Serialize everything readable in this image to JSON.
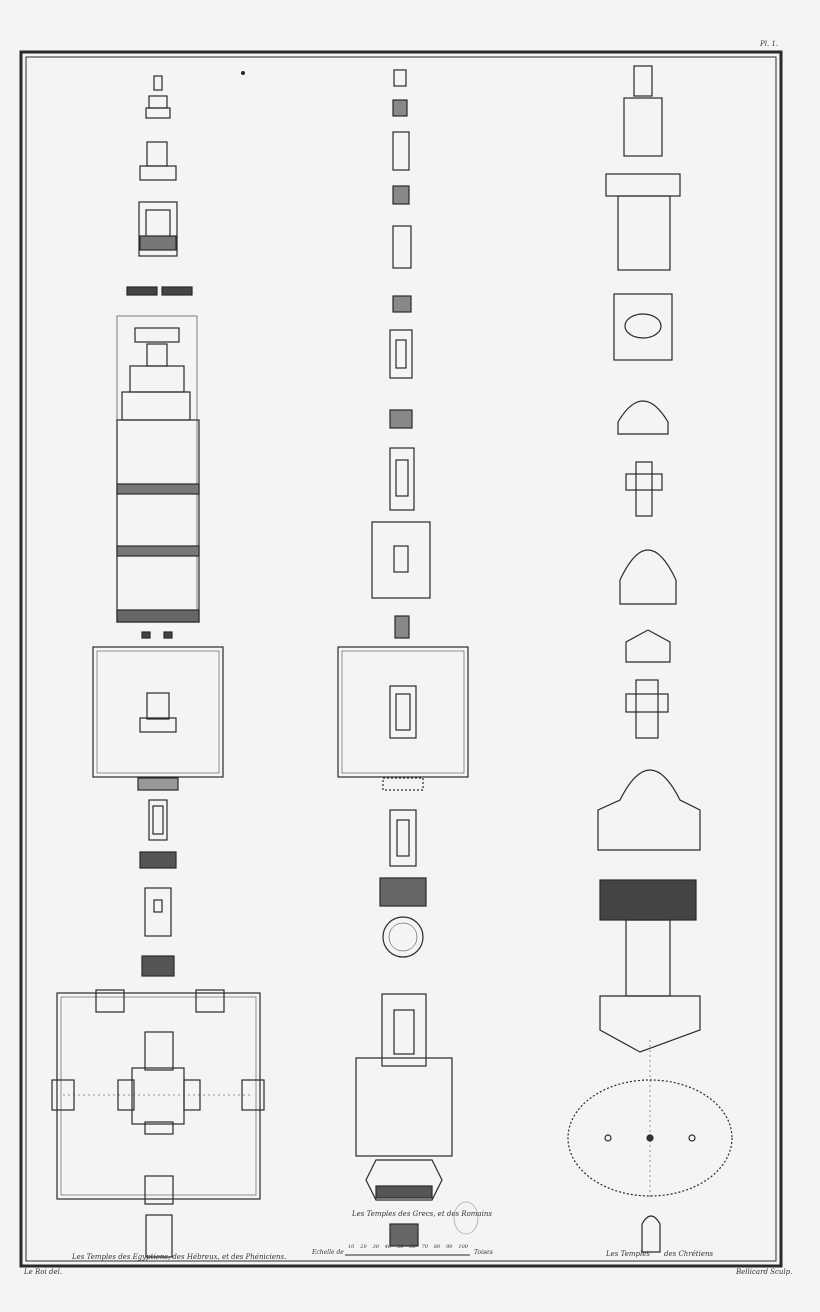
{
  "plate_number": "Pl. 1.",
  "captions": {
    "egyptian": "Les Temples des Egyptiens, des Hébreux, et des Phéniciens.",
    "greek_roman": "Les Temples des Grecs, et des Romains",
    "christian_left": "Les Temples",
    "christian_right": "des Chrétiens"
  },
  "scale": {
    "label": "Echelle de",
    "ticks": [
      "10",
      "20",
      "30",
      "40",
      "50",
      "60",
      "70",
      "80",
      "90",
      "100"
    ],
    "unit": "Toises"
  },
  "signatures": {
    "draughtsman": "Le Roi del.",
    "engraver": "Bellicard Sculp."
  },
  "colors": {
    "paper": "#f4f4f3",
    "ink": "#2a2a2a"
  }
}
